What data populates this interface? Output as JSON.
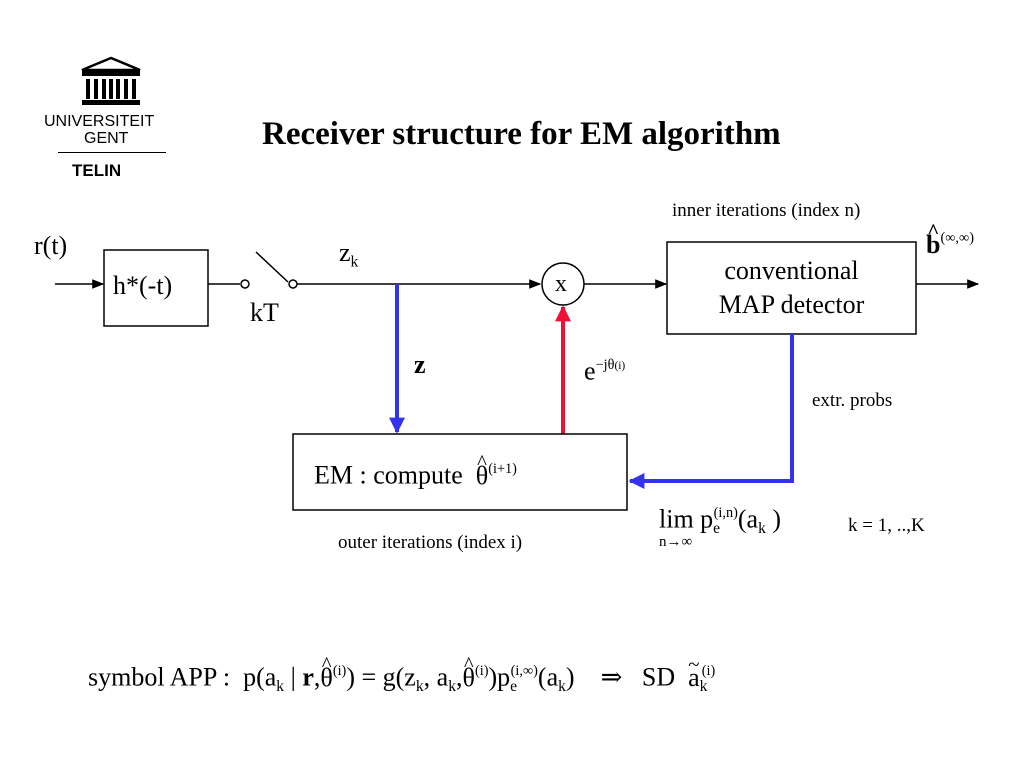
{
  "logo": {
    "line1": "UNIVERSITEIT",
    "line2": "GENT",
    "line3": "TELIN"
  },
  "title": "Receiver structure for EM algorithm",
  "diagram": {
    "input_signal": "r(t)",
    "matched_filter": "h*(-t)",
    "sampler_label": "kT",
    "sample_label": "z",
    "sample_subscript": "k",
    "vector_label": "z",
    "multiplier_symbol": "x",
    "rotation_base": "e",
    "rotation_exponent": "−jθ",
    "rotation_exponent_index": "(i)",
    "inner_iterations": "inner iterations (index n)",
    "detector_line1": "conventional",
    "detector_line2": "MAP detector",
    "output_symbol": "b",
    "output_superscript": "(∞,∞)",
    "extr_probs": "extr. probs",
    "em_prefix": "EM : compute",
    "em_theta": "θ",
    "em_superscript": "(i+1)",
    "outer_iterations": "outer iterations (index i)",
    "limit_word": "lim",
    "limit_subscript": "n→∞",
    "limit_prob": "p",
    "limit_prob_sub": "e",
    "limit_prob_sup": "(i,n)",
    "limit_arg": "(a",
    "limit_arg_sub": "k",
    "limit_arg_close": ")",
    "limit_range": "k = 1, ..,K"
  },
  "formula": {
    "label": "symbol APP :",
    "lhs_open": "p(a",
    "lhs_sub": "k",
    "lhs_bar": " | ",
    "lhs_r": "r",
    "lhs_comma": ",",
    "theta": "θ",
    "theta_sup": "(i)",
    "lhs_close": ") = g(z",
    "g_sub1": "k",
    "g_comma": ", a",
    "g_sub2": "k",
    "g_comma2": ",",
    "g_close": ")p",
    "p_sub": "e",
    "p_sup": "(i,∞)",
    "p_arg": "(a",
    "p_arg_sub": "k",
    "p_arg_close": ")",
    "implies": "⇒",
    "sd": "SD",
    "a_tilde": "a",
    "a_tilde_sub": "k",
    "a_tilde_sup": "(i)"
  },
  "colors": {
    "blue_path": "#3333ee",
    "red_path": "#ee1133",
    "line": "#000000"
  }
}
